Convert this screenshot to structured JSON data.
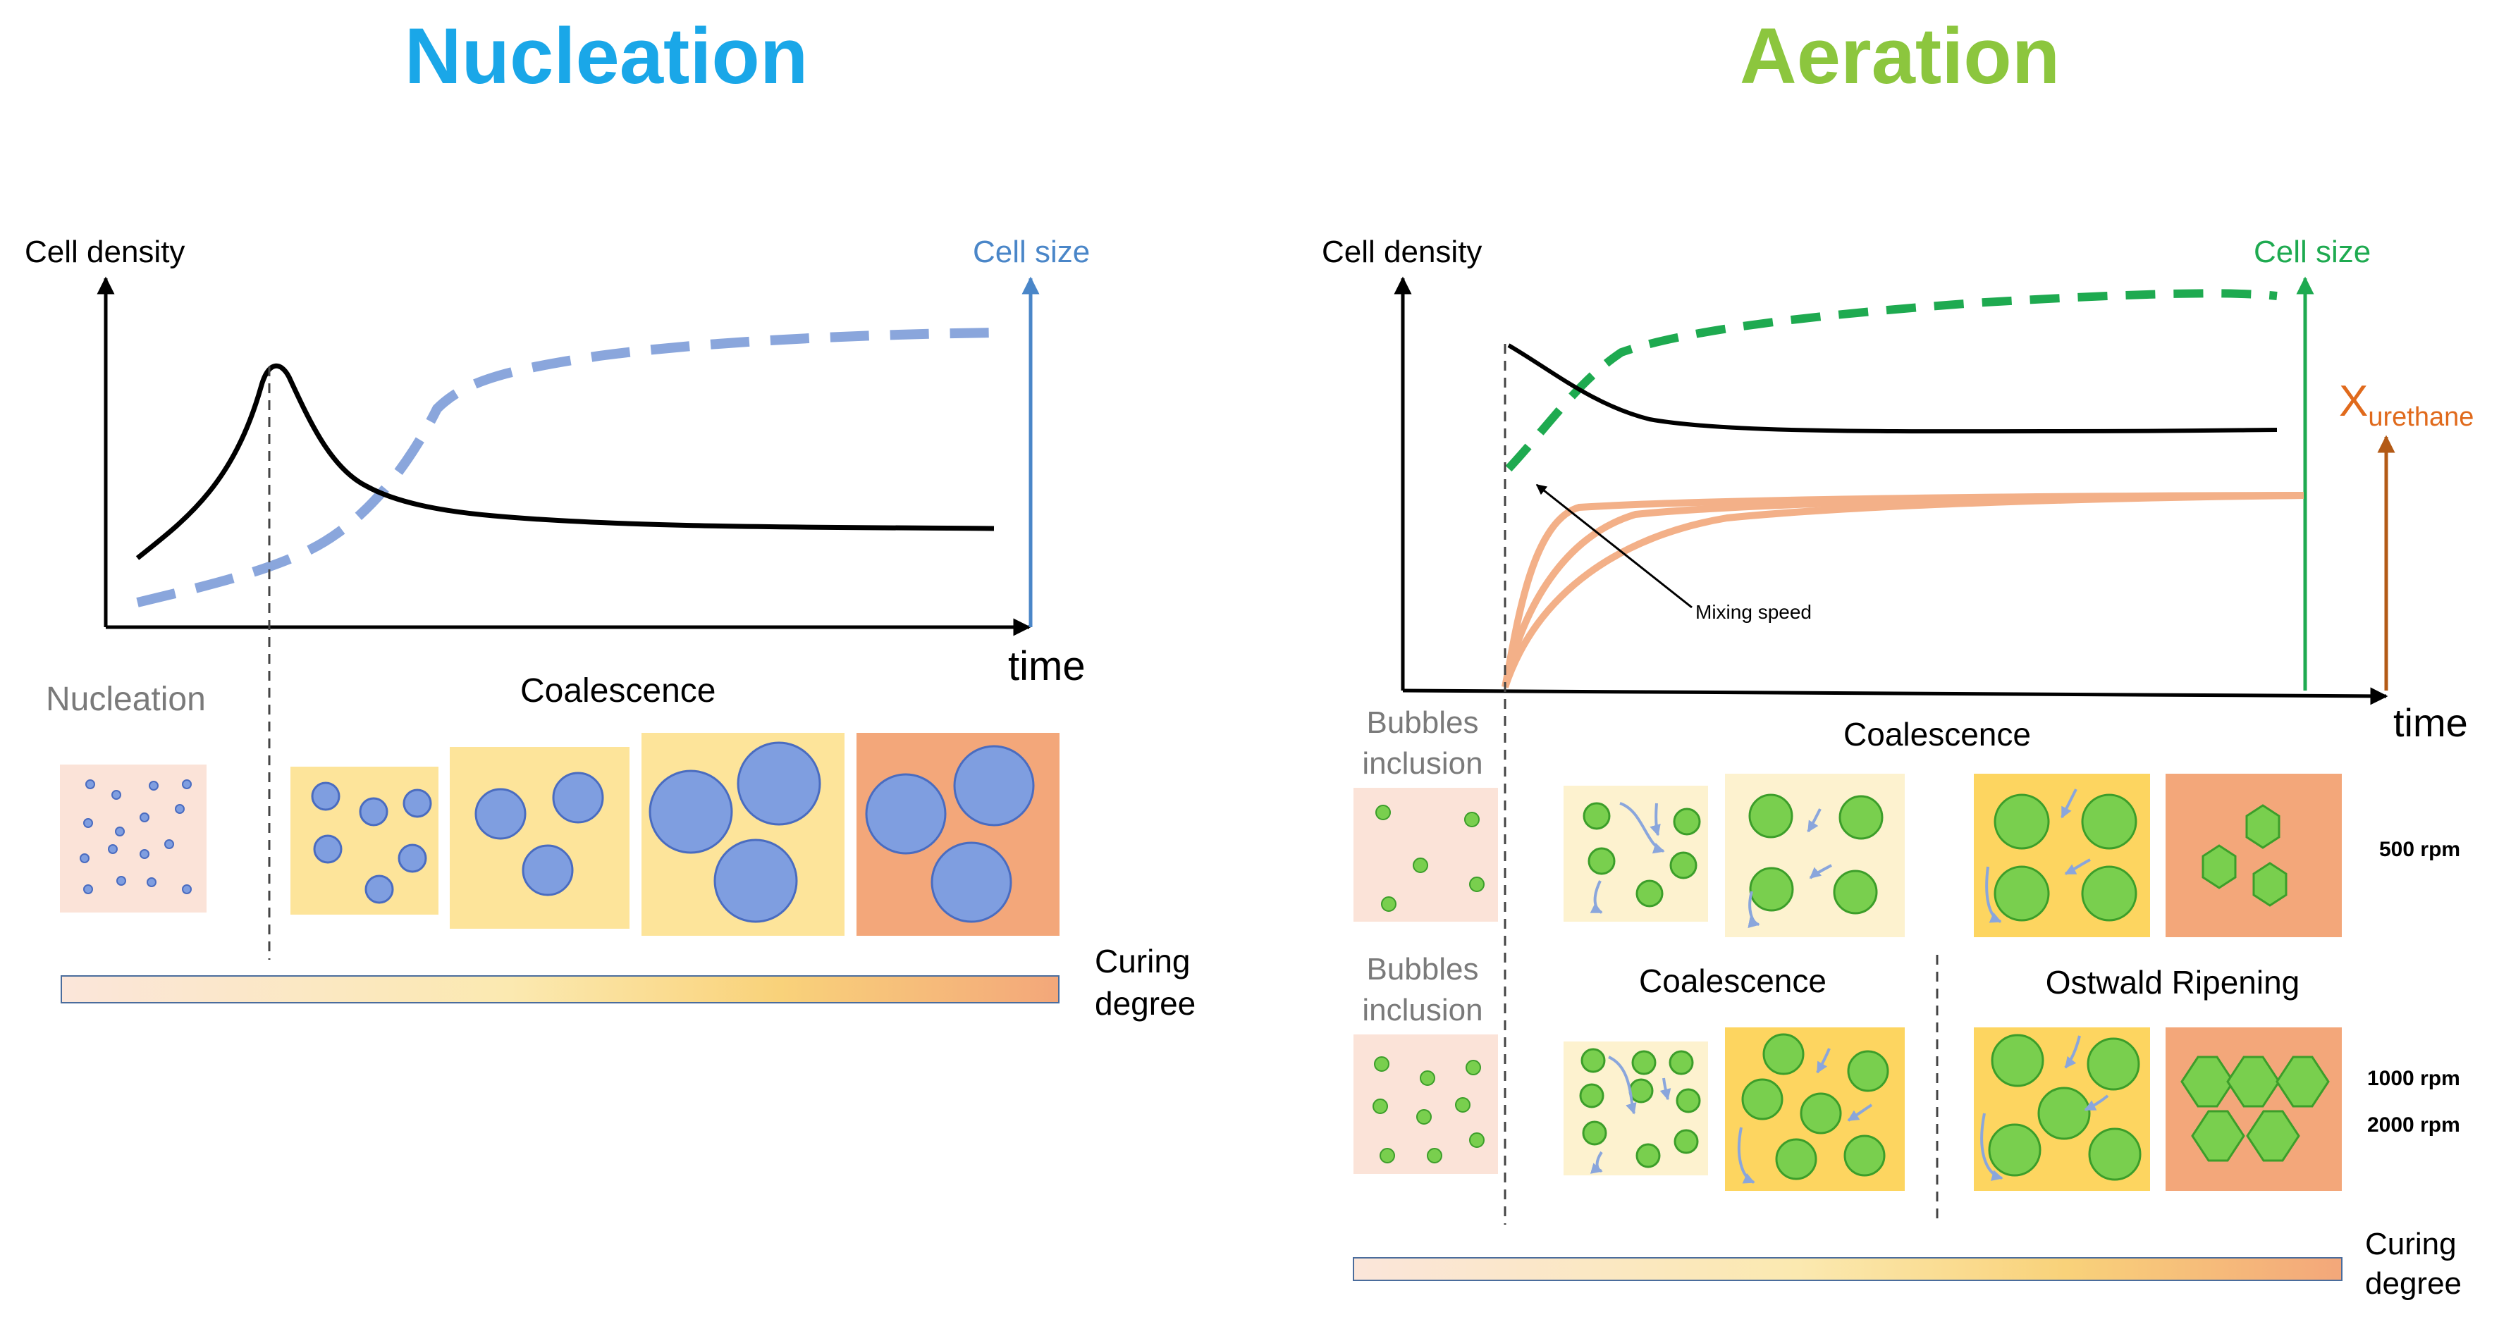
{
  "nucleation": {
    "title": "Nucleation",
    "cell_density_label": "Cell density",
    "cell_size_label": "Cell size",
    "time_label": "time",
    "stage_nucleation": "Nucleation",
    "stage_coalescence": "Coalescence",
    "curing_label_1": "Curing",
    "curing_label_2": "degree",
    "colors": {
      "title": "#1aa7e8",
      "cell_size": "#4a86c8",
      "dashed_curve": "#8aa6dc",
      "bubble": "#7f9ee0"
    }
  },
  "aeration": {
    "title": "Aeration",
    "cell_density_label": "Cell density",
    "cell_size_label": "Cell size",
    "x_urethane_main": "X",
    "x_urethane_sub": "urethane",
    "time_label": "time",
    "mixing_speed_label": "Mixing speed",
    "bubbles_inclusion_1": "Bubbles",
    "bubbles_inclusion_2": "inclusion",
    "coalescence_top": "Coalescence",
    "coalescence_bottom": "Coalescence",
    "ostwald_ripening": "Ostwald Ripening",
    "rpm_500": "500 rpm",
    "rpm_1000": "1000 rpm",
    "rpm_2000": "2000 rpm",
    "curing_label_1": "Curing",
    "curing_label_2": "degree",
    "colors": {
      "title": "#8cc63e",
      "cell_size": "#1eaa50",
      "x_urethane": "#e06a1c",
      "urethane_curves": "#f3b088",
      "bubble": "#79cf4e"
    }
  }
}
